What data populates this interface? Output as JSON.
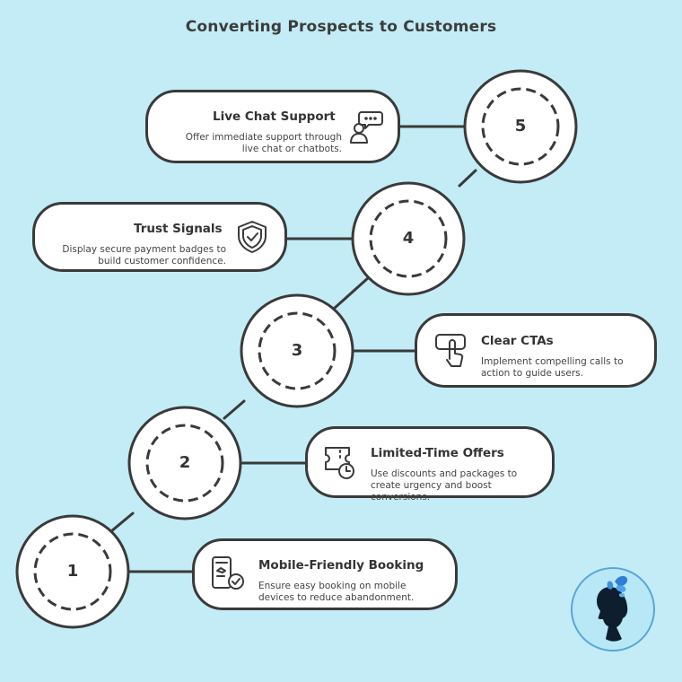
{
  "title": "Converting Prospects to Customers",
  "steps": [
    {
      "number": "1",
      "title": "Mobile-Friendly Booking",
      "description": "Ensure easy booking on mobile devices to reduce abandonment.",
      "icon": "mobile-check-icon"
    },
    {
      "number": "2",
      "title": "Limited-Time Offers",
      "description": "Use discounts and packages to create urgency and boost conversions.",
      "icon": "ticket-clock-icon"
    },
    {
      "number": "3",
      "title": "Clear CTAs",
      "description": "Implement compelling calls to action to guide users.",
      "icon": "tap-button-icon"
    },
    {
      "number": "4",
      "title": "Trust Signals",
      "description": "Display secure payment badges to build customer confidence.",
      "icon": "shield-check-icon"
    },
    {
      "number": "5",
      "title": "Live Chat Support",
      "description": "Offer immediate support through live chat or chatbots.",
      "icon": "chat-person-icon"
    }
  ],
  "colors": {
    "background": "#c3ecf6",
    "stroke": "#3a3a3a",
    "card": "#ffffff"
  },
  "logo": "butterfly-silhouette-logo"
}
